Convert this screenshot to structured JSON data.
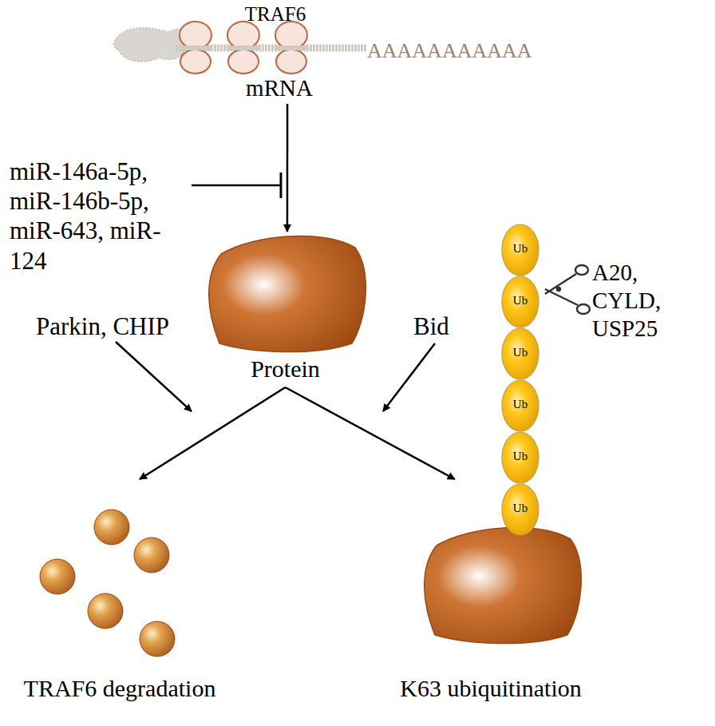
{
  "diagram": {
    "nodes": [
      {
        "text": [
          "TRAF6",
          "mRNA"
        ]
      },
      {
        "text": [
          "Protein"
        ]
      },
      {
        "text": [
          "Ub"
        ]
      },
      {
        "text": [
          "Ub"
        ]
      },
      {
        "text": [
          "Ub"
        ]
      },
      {
        "text": [
          "Ub"
        ]
      },
      {
        "text": [
          "Ub"
        ]
      },
      {
        "text": [
          "Ub"
        ]
      },
      {
        "text": [
          "TRAF6 degradation"
        ]
      },
      {
        "text": [
          "K63 ubiquitination"
        ]
      }
    ],
    "edges": [
      {
        "from": 0,
        "to": 1,
        "arrow": "to"
      },
      {
        "from": 1,
        "to": 8,
        "arrow": "to"
      },
      {
        "from": 1,
        "to": 9,
        "arrow": "to"
      }
    ],
    "labels": [
      "AAAAAAAAAAA",
      "miR-146a-5p, miR-146b-5p, miR-643, miR-124",
      "Parkin, CHIP",
      "Bid",
      "A20, CYLD, USP25"
    ]
  }
}
